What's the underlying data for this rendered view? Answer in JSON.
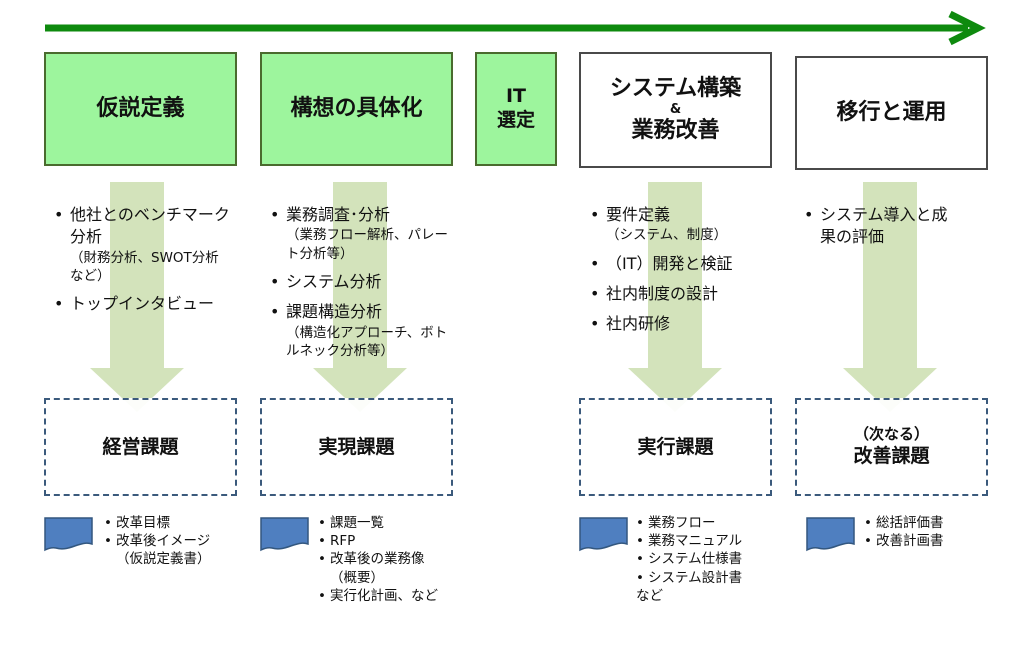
{
  "colors": {
    "timeline_arrow": "#0e8a0e",
    "phase_green_fill": "#9df59d",
    "phase_border": "#4a6b2e",
    "down_arrow": "#d3e3bb",
    "result_border": "#3b5a7c",
    "doc_icon": "#4f7fc0"
  },
  "phases": [
    {
      "title": "仮説定義",
      "style": "green"
    },
    {
      "title": "構想の具体化",
      "style": "green"
    },
    {
      "title_lines": [
        "IT",
        "選定"
      ],
      "style": "green"
    },
    {
      "title_lines": [
        "システム構築",
        "&",
        "業務改善"
      ],
      "style": "white"
    },
    {
      "title": "移行と運用",
      "style": "white"
    }
  ],
  "activities": [
    {
      "items": [
        {
          "text": "他社とのベンチマーク分析",
          "sub": "（財務分析、SWOT分析など）"
        },
        {
          "text": "トップインタビュー"
        }
      ]
    },
    {
      "items": [
        {
          "text": "業務調査･分析",
          "sub": "（業務フロー解析、パレート分析等）"
        },
        {
          "text": "システム分析"
        },
        {
          "text": "課題構造分析",
          "sub": "（構造化アプローチ、ボトルネック分析等）"
        }
      ]
    },
    {
      "items": [
        {
          "text": "要件定義",
          "sub": "（システム、制度）"
        },
        {
          "text": "（IT）開発と検証"
        },
        {
          "text": "社内制度の設計"
        },
        {
          "text": "社内研修"
        }
      ]
    },
    {
      "items": [
        {
          "text": "システム導入と成果の評価"
        }
      ]
    }
  ],
  "results": [
    {
      "title": "経営課題"
    },
    {
      "title": "実現課題"
    },
    {
      "title": "実行課題"
    },
    {
      "prefix": "（次なる）",
      "title": "改善課題"
    }
  ],
  "deliverables": [
    {
      "items": [
        "改革目標",
        "改革後イメージ"
      ],
      "cont": "（仮説定義書）"
    },
    {
      "items": [
        "課題一覧",
        "RFP",
        "改革後の業務像"
      ],
      "cont": "（概要）",
      "items_after": [
        "実行化計画、など"
      ]
    },
    {
      "items": [
        "業務フロー",
        "業務マニュアル",
        "システム仕様書",
        "システム設計書"
      ],
      "plain": "など"
    },
    {
      "items": [
        "総括評価書",
        "改善計画書"
      ]
    }
  ]
}
